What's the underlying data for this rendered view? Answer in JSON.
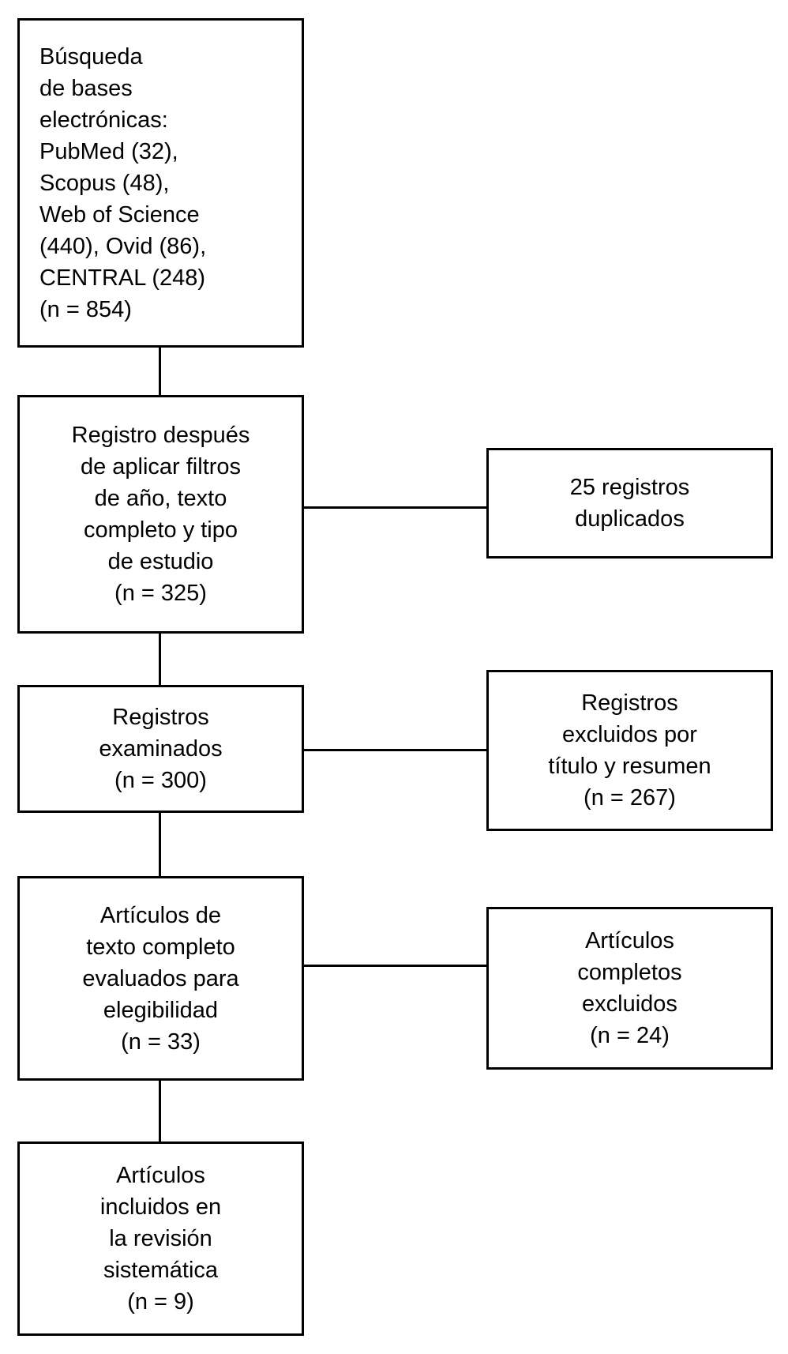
{
  "diagram": {
    "type": "flowchart",
    "language": "es",
    "background_color": "#ffffff",
    "line_color": "#000000",
    "text_color": "#000000",
    "main_flow": [
      {
        "id": "search",
        "text": "Búsqueda\nde bases\nelectrónicas:\nPubMed (32),\nScopus (48),\nWeb of Science\n(440), Ovid (86),\nCENTRAL (248)\n(n = 854)",
        "n": 854,
        "databases": [
          {
            "name": "PubMed",
            "count": 32
          },
          {
            "name": "Scopus",
            "count": 48
          },
          {
            "name": "Web of Science",
            "count": 440
          },
          {
            "name": "Ovid",
            "count": 86
          },
          {
            "name": "CENTRAL",
            "count": 248
          }
        ]
      },
      {
        "id": "filtered",
        "text": "Registro después\nde aplicar filtros\nde año, texto\ncompleto y tipo\nde estudio\n(n = 325)",
        "n": 325
      },
      {
        "id": "screened",
        "text": "Registros\nexaminados\n(n = 300)",
        "n": 300
      },
      {
        "id": "fulltext-assessed",
        "text": "Artículos de\ntexto completo\nevaluados para\nelegibilidad\n(n = 33)",
        "n": 33
      },
      {
        "id": "included",
        "text": "Artículos\nincluidos en\nla revisión\nsistemática\n(n = 9)",
        "n": 9
      }
    ],
    "side_flow": [
      {
        "id": "duplicates",
        "text": "25 registros\nduplicados",
        "n": 25
      },
      {
        "id": "excluded-title-abstract",
        "text": "Registros\nexcluidos por\ntítulo y resumen\n(n = 267)",
        "n": 267
      },
      {
        "id": "excluded-fulltext",
        "text": "Artículos\ncompletos\nexcluidos\n(n = 24)",
        "n": 24
      }
    ]
  }
}
